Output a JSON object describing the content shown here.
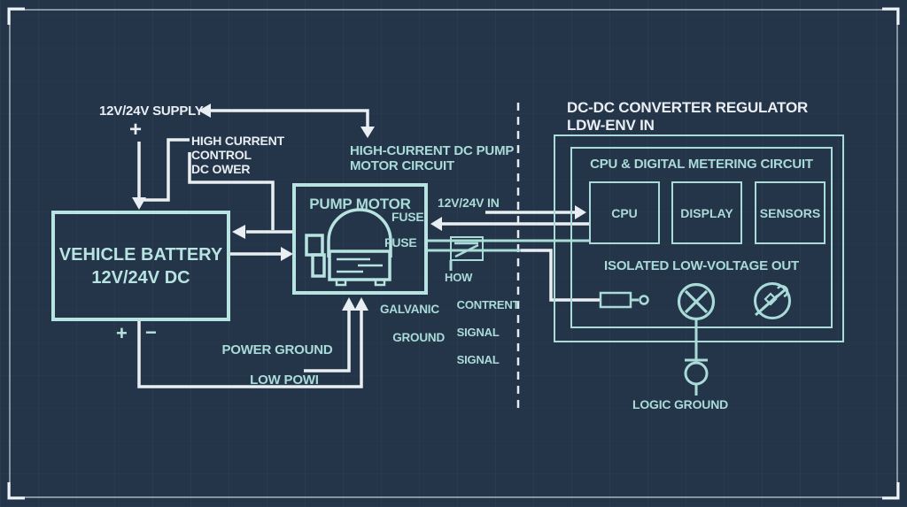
{
  "colors": {
    "background": "#243449",
    "line_white": "#e9eef3",
    "line_cyan": "#a9dbd8",
    "box_border": "#b7e3e0"
  },
  "left_section": {
    "supply_label": "12V/24V SUPPLY",
    "supply_plus": "+",
    "control_label": {
      "line1": "HIGH CURRENT",
      "line2": "CONTROL",
      "line3": "DC OWER"
    },
    "battery": {
      "title_line1": "VEHICLE BATTERY",
      "title_line2": "12V/24V DC",
      "terminal_plus": "+",
      "terminal_minus": "−"
    },
    "power_ground_label": {
      "line1": "POWER GROUND",
      "line2": "LOW POWI"
    }
  },
  "pump_section": {
    "heading": {
      "line1": "HIGH-CURRENT DC PUMP",
      "line2": "MOTOR CIRCUIT"
    },
    "box_title": "PUMP MOTOR",
    "fuse_label_top": "FUSE",
    "fuse_label_bottom": "FUSE",
    "in_label": "12V/24V IN",
    "signal_label": {
      "line1": "HOW",
      "line2": "CONTRENT",
      "line3": "SIGNAL",
      "line4": "SIGNAL"
    },
    "galvanic_ground_label": {
      "line1": "GALVANIC",
      "line2": "GROUND"
    }
  },
  "converter_section": {
    "title": {
      "line1": "DC-DC CONVERTER REGULATOR",
      "line2": "LDW-ENV IN"
    },
    "metering_title": "CPU & DIGITAL METERING CIRCUIT",
    "modules": [
      {
        "label": "CPU"
      },
      {
        "label": "DISPLAY"
      },
      {
        "label": "SENSORS"
      }
    ],
    "out_label": "ISOLATED LOW-VOLTAGE OUT",
    "logic_ground_label": "LOGIC GROUND"
  },
  "icons": {
    "pump_motor": "pump-motor-icon",
    "fuse_switch": "fuse-switch-icon",
    "resistor": "resistor-icon",
    "indicator_lamp": "lamp-x-icon",
    "no_service": "crossed-tools-icon",
    "logic_ground": "logic-ground-icon"
  }
}
